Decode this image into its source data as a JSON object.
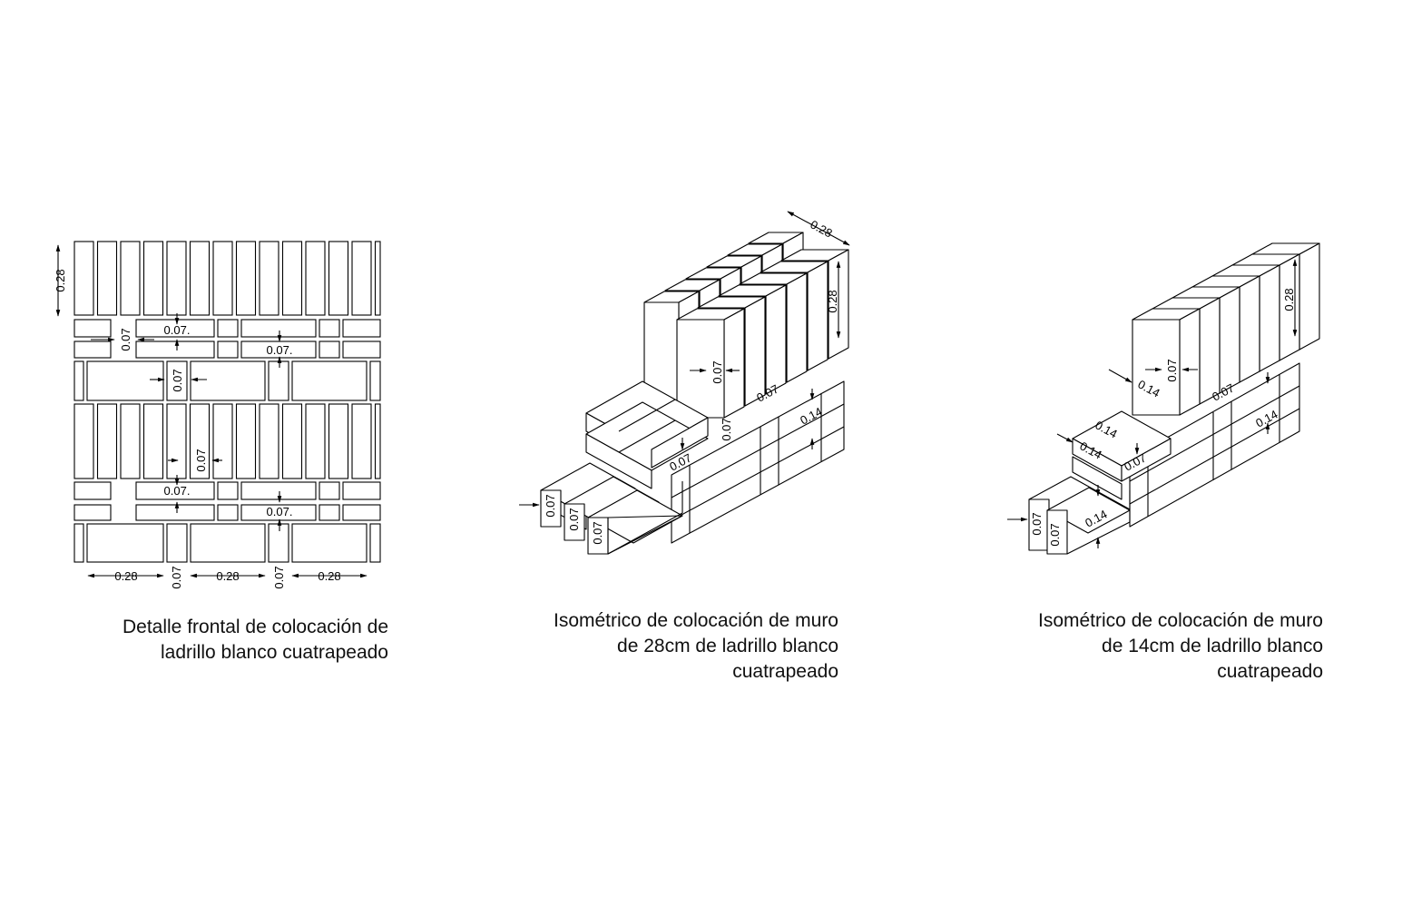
{
  "panels": [
    {
      "caption_lines": [
        "Detalle  frontal de colocación de",
        "ladrillo blanco cuatrapeado"
      ],
      "dimension_labels": {
        "course_height": "0.28",
        "joint_a": "0.07.",
        "joint_b": "0.07",
        "brick_length": "0.28",
        "joint_bottom": "0.07"
      }
    },
    {
      "caption_lines": [
        "Isométrico de colocación de muro",
        "de 28cm de ladrillo blanco",
        "cuatrapeado"
      ],
      "dimension_labels": {
        "top_width": "0.28",
        "stack_height": "0.28",
        "joint": "0.07",
        "base_height": "0.14"
      }
    },
    {
      "caption_lines": [
        "Isométrico de colocación de muro",
        "de  14cm de ladrillo blanco",
        "cuatrapeado"
      ],
      "dimension_labels": {
        "stack_height": "0.28",
        "joint": "0.07",
        "thickness": "0.14"
      }
    }
  ]
}
